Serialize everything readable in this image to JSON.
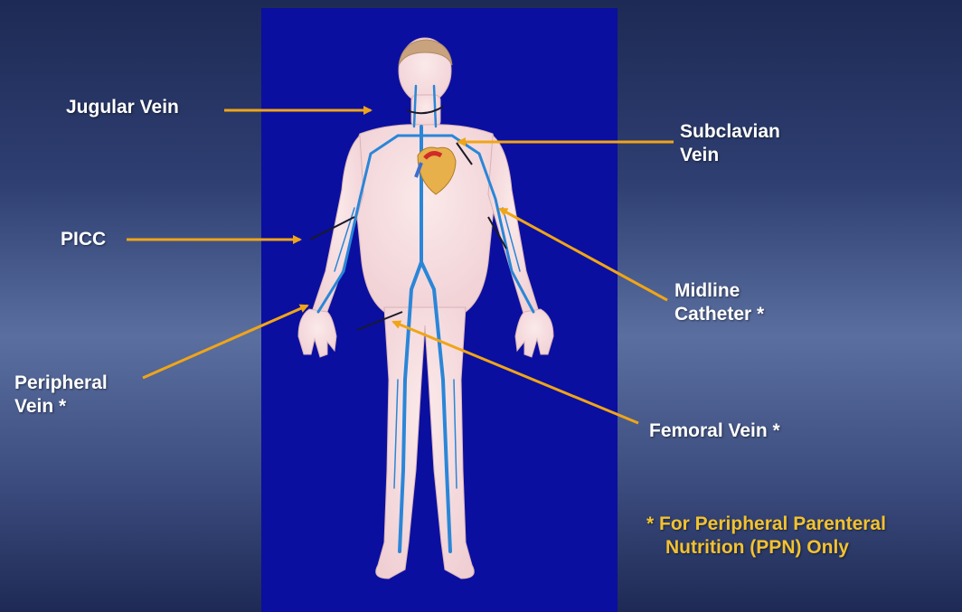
{
  "labels": {
    "jugular": "Jugular Vein",
    "subclavian_line1": "Subclavian",
    "subclavian_line2": "Vein",
    "picc": "PICC",
    "midline_line1": "Midline",
    "midline_line2": "Catheter *",
    "peripheral_line1": "Peripheral",
    "peripheral_line2": "Vein *",
    "femoral": "Femoral Vein *"
  },
  "footnote": {
    "line1": "* For Peripheral Parenteral",
    "line2": "Nutrition (PPN) Only"
  },
  "colors": {
    "arrow": "#f0a518",
    "panel": "#0a0fa0",
    "footnote_text": "#f2c230",
    "vein": "#2a86d8"
  }
}
